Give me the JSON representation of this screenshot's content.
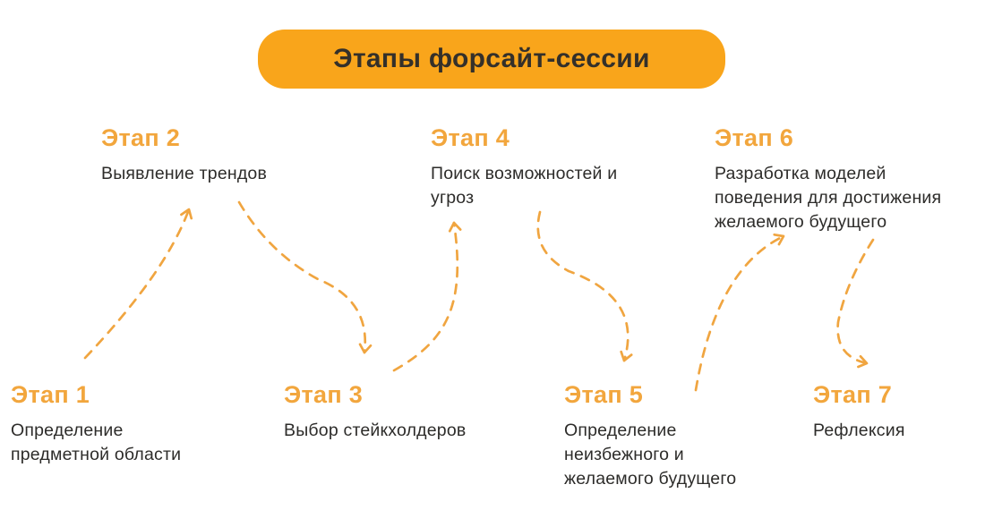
{
  "title": "Этапы форсайт-сессии",
  "colors": {
    "banner_background": "#F9A51B",
    "stage_label_accent": "#F2A63D",
    "arrow_accent": "#F0A540",
    "banner_text": "#34302A",
    "description_text": "#2D2C2A",
    "page_background": "#FFFFFF"
  },
  "stages": [
    {
      "label": "Этап 1",
      "description": "Определение\nпредметной области",
      "row": "bottom"
    },
    {
      "label": "Этап 2",
      "description": "Выявление трендов",
      "row": "top"
    },
    {
      "label": "Этап 3",
      "description": "Выбор стейкхолдеров",
      "row": "bottom"
    },
    {
      "label": "Этап 4",
      "description": "Поиск возможностей и\nугроз",
      "row": "top"
    },
    {
      "label": "Этап 5",
      "description": "Определение\nнеизбежного и\nжелаемого будущего",
      "row": "bottom"
    },
    {
      "label": "Этап 6",
      "description": "Разработка моделей\nповедения для достижения\nжелаемого будущего",
      "row": "top"
    },
    {
      "label": "Этап 7",
      "description": "Рефлексия",
      "row": "bottom"
    }
  ],
  "arrows": [
    {
      "from": "Этап 1",
      "to": "Этап 2"
    },
    {
      "from": "Этап 2",
      "to": "Этап 3"
    },
    {
      "from": "Этап 3",
      "to": "Этап 4"
    },
    {
      "from": "Этап 4",
      "to": "Этап 5"
    },
    {
      "from": "Этап 5",
      "to": "Этап 6"
    },
    {
      "from": "Этап 6",
      "to": "Этап 7"
    }
  ]
}
